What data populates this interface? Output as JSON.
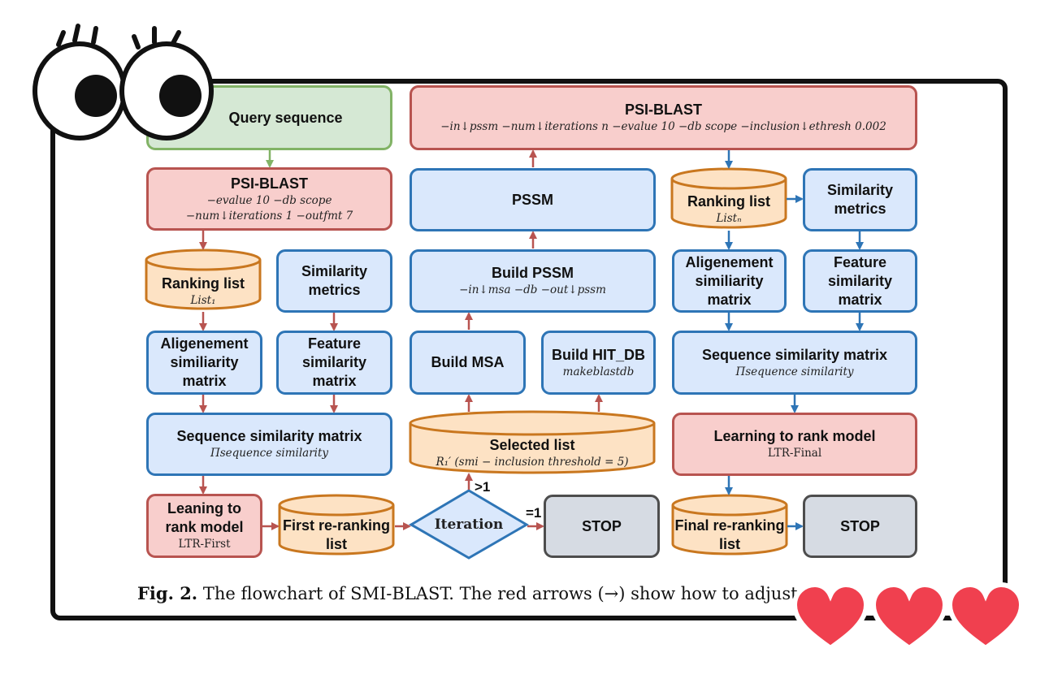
{
  "nodes": {
    "query": {
      "title": "Query sequence"
    },
    "psi_top": {
      "title": "PSI-BLAST",
      "sub": "−in↓pssm  −num↓iterations n  −evalue 10  −db scope  −inclusion↓ethresh 0.002"
    },
    "psi_left": {
      "title": "PSI-BLAST",
      "sub1": "−evalue 10  −db scope",
      "sub2": "−num↓iterations 1  −outfmt 7"
    },
    "rank1": {
      "title": "Ranking list",
      "sub": "List₁"
    },
    "sim1": {
      "title": "Similarity metrics"
    },
    "align1": {
      "title": "Aligenement similiarity matrix"
    },
    "feat1": {
      "title": "Feature similarity matrix"
    },
    "seq1": {
      "title": "Sequence similarity matrix",
      "sub": "Πsequence similarity"
    },
    "ltr1": {
      "title": "Leaning to rank model",
      "sub": "LTR-First"
    },
    "first_rr": {
      "title": "First re-ranking list"
    },
    "iteration": {
      "title": "Iteration"
    },
    "stop1": {
      "title": "STOP"
    },
    "pssm": {
      "title": "PSSM"
    },
    "build_pssm": {
      "title": "Build PSSM",
      "sub": "−in↓msa  −db  −out↓pssm"
    },
    "build_msa": {
      "title": "Build MSA"
    },
    "build_hit": {
      "title": "Build HIT_DB",
      "sub": "makeblastdb"
    },
    "selected": {
      "title": "Selected list",
      "sub": "R₁′ (smi − inclusion threshold = 5)"
    },
    "rankn": {
      "title": "Ranking list",
      "sub": "Listₙ"
    },
    "simn": {
      "title": "Similarity metrics"
    },
    "alignn": {
      "title": "Aligenement similiarity matrix"
    },
    "featn": {
      "title": "Feature similarity matrix"
    },
    "seqn": {
      "title": "Sequence similarity matrix",
      "sub": "Πsequence similarity"
    },
    "ltrn": {
      "title": "Learning to rank model",
      "sub": "LTR-Final"
    },
    "final_rr": {
      "title": "Final re-ranking list"
    },
    "stop2": {
      "title": "STOP"
    }
  },
  "edge_labels": {
    "gt1": ">1",
    "eq1": "=1"
  },
  "caption": {
    "label": "Fig. 2.",
    "text": "The flowchart of SMI-BLAST. The red arrows (→) show how to adjust"
  },
  "colors": {
    "red_arrow": "#b85450",
    "blue_arrow": "#2e75b6",
    "green_arrow": "#82b366"
  },
  "stickers": [
    "eyes-sticker",
    "hearts-sticker"
  ]
}
